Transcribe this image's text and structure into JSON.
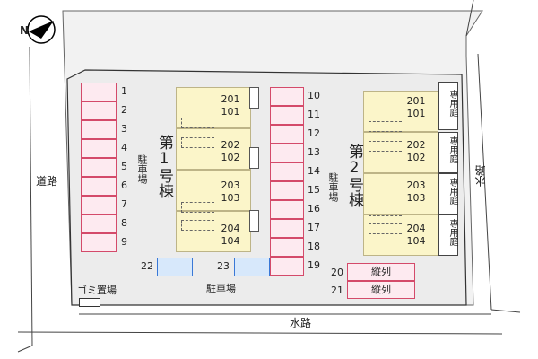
{
  "compass": {
    "letter": "N"
  },
  "roads": {
    "left_road": "道路",
    "right_waterway": "水路",
    "bottom_waterway": "水路"
  },
  "parking_left": {
    "label": "駐車場",
    "numbers": [
      "1",
      "2",
      "3",
      "4",
      "5",
      "6",
      "7",
      "8",
      "9"
    ]
  },
  "parking_center": {
    "label": "駐車場",
    "numbers": [
      "10",
      "11",
      "12",
      "13",
      "14",
      "15",
      "16",
      "17",
      "18",
      "19"
    ]
  },
  "building1": {
    "name": "第1号棟",
    "units": [
      {
        "top": "201",
        "bottom": "101"
      },
      {
        "top": "202",
        "bottom": "102"
      },
      {
        "top": "203",
        "bottom": "103"
      },
      {
        "top": "204",
        "bottom": "104"
      }
    ]
  },
  "building2": {
    "name": "第2号棟",
    "units": [
      {
        "top": "201",
        "bottom": "101"
      },
      {
        "top": "202",
        "bottom": "102"
      },
      {
        "top": "203",
        "bottom": "103"
      },
      {
        "top": "204",
        "bottom": "104"
      }
    ],
    "garden_label": "専用庭"
  },
  "blue_spaces": {
    "left_number": "22",
    "right_number": "23"
  },
  "tandem": [
    {
      "number": "20",
      "label": "縦列"
    },
    {
      "number": "21",
      "label": "縦列"
    }
  ],
  "bottom_parking_label": "駐車場",
  "garbage_label": "ゴミ置場",
  "colors": {
    "parking_fill": "#fdeaf0",
    "parking_border": "#d44a6a",
    "building_fill": "#fbf5c9",
    "lot_fill": "#f2f2f2",
    "blue_fill": "#d7e8fb"
  }
}
